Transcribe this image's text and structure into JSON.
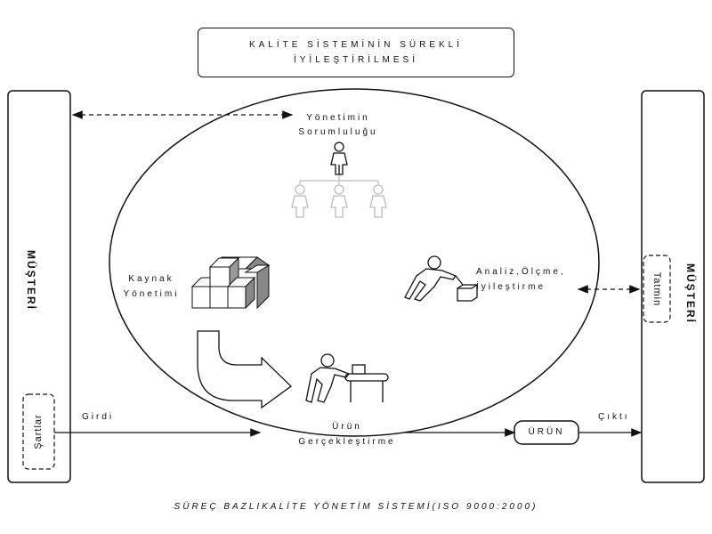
{
  "title": {
    "line1": "KALİTE SİSTEMİNİN SÜREKLİ",
    "line2": "İYİLEŞTİRİLMESİ"
  },
  "customer_left": "MÜŞTERİ",
  "customer_right": "MÜŞTERİ",
  "requirements": "Şartlar",
  "satisfaction": "Tatmin",
  "management_responsibility": {
    "line1": "Yönetimin",
    "line2": "Sorumluluğu"
  },
  "resource_management": {
    "line1": "Kaynak",
    "line2": "Yönetimi"
  },
  "analysis": {
    "line1": "Analiz,Ölçme,",
    "line2": "İyileştirme"
  },
  "product_realization": {
    "line1": "Ürün",
    "line2": "Gerçekleştirme"
  },
  "input": "Girdi",
  "output": "Çıktı",
  "product": "ÜRÜN",
  "caption": "SÜREÇ BAZLIKALİTE YÖNETİM SİSTEMİ(ISO 9000:2000)",
  "colors": {
    "line": "#111111",
    "faded": "#bbbbbb"
  }
}
